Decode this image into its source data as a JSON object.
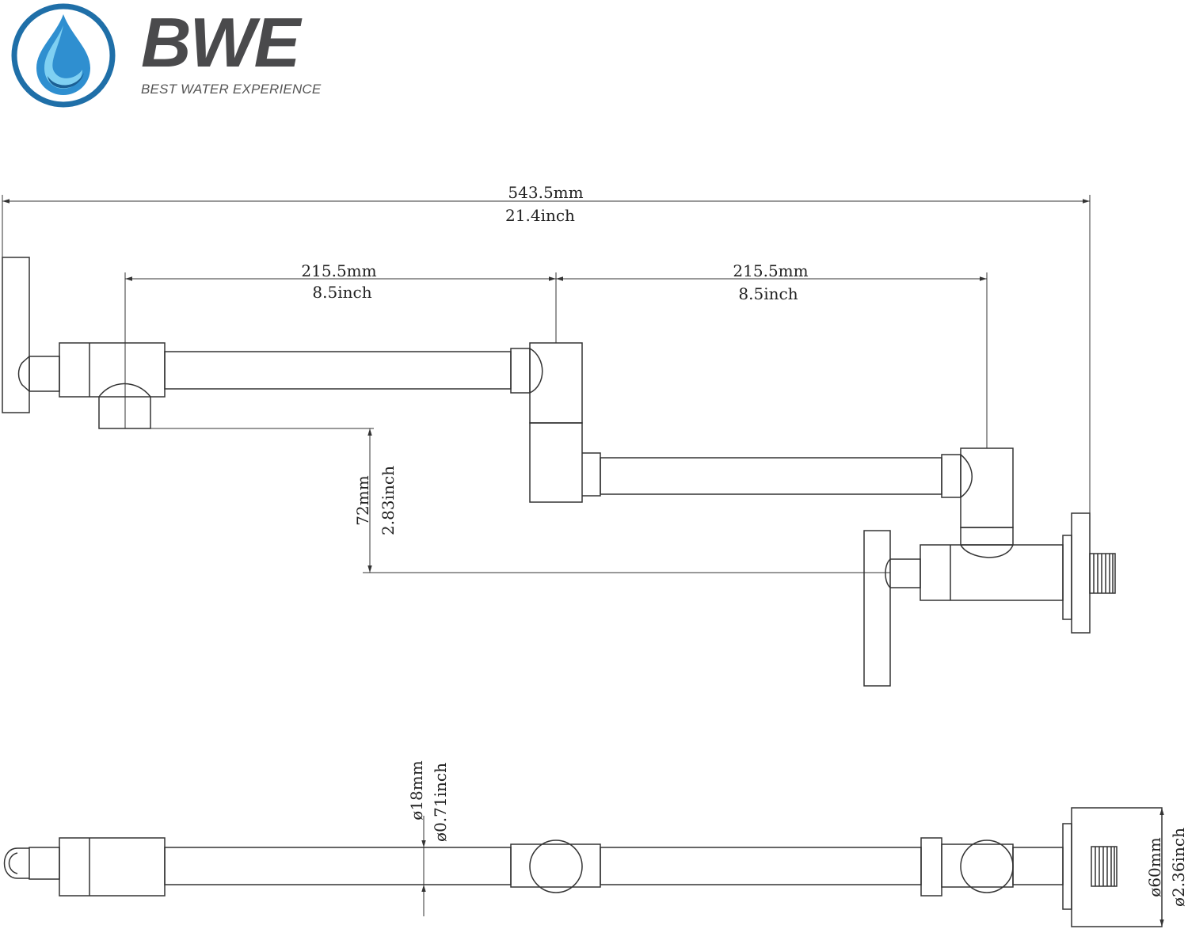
{
  "brand": {
    "name": "BWE",
    "tagline": "BEST WATER EXPERIENCE",
    "colors": {
      "drop_dark": "#1f6fa8",
      "drop_light": "#4fb3e6",
      "text": "#4a4a4c"
    },
    "icon": "water-drop-icon"
  },
  "dimensions": {
    "overall_mm": "543.5mm",
    "overall_inch": "21.4inch",
    "arm1_mm": "215.5mm",
    "arm1_inch": "8.5inch",
    "arm2_mm": "215.5mm",
    "arm2_inch": "8.5inch",
    "height_mm": "72mm",
    "height_inch": "2.83inch",
    "pipe_dia_mm": "ø18mm",
    "pipe_dia_inch": "ø0.71inch",
    "flange_dia_mm": "ø60mm",
    "flange_dia_inch": "ø2.36inch"
  }
}
